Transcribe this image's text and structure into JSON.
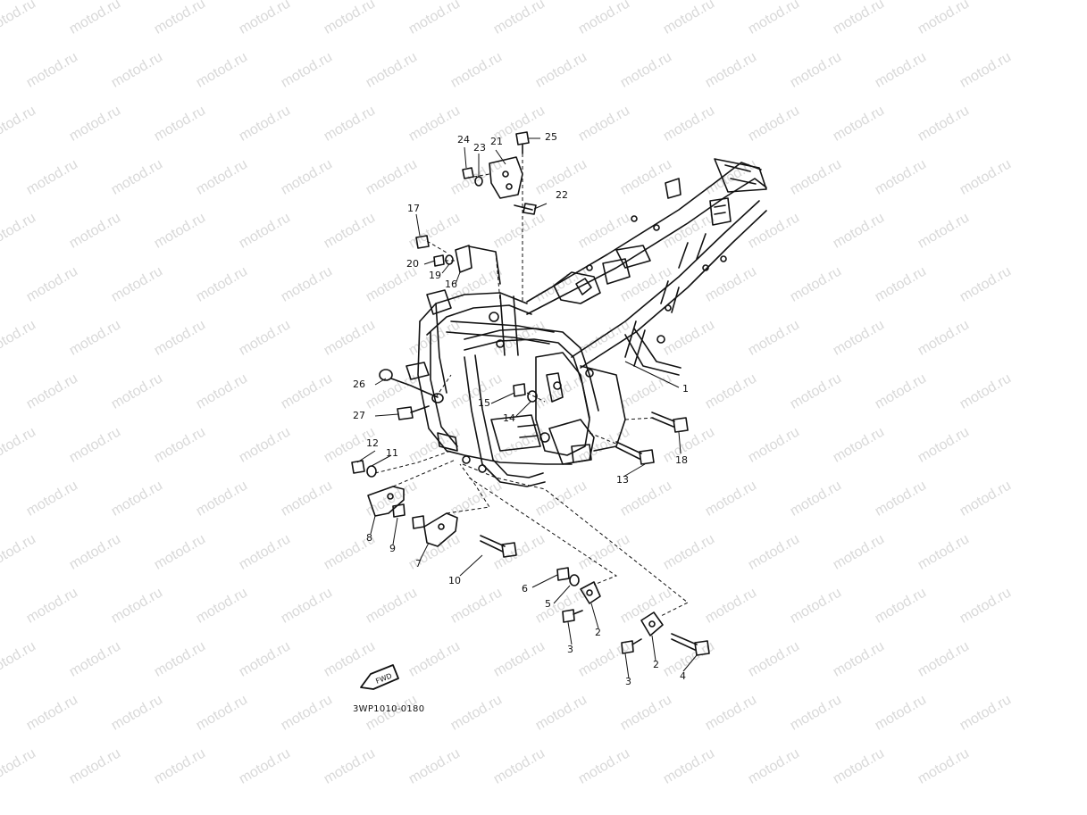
{
  "watermark": "motod.ru",
  "diagram_code": "3WP1010-0180",
  "fwd_label": "FWD",
  "callouts": [
    {
      "id": "1",
      "text": "1"
    },
    {
      "id": "2a",
      "text": "2"
    },
    {
      "id": "2b",
      "text": "2"
    },
    {
      "id": "3a",
      "text": "3"
    },
    {
      "id": "3b",
      "text": "3"
    },
    {
      "id": "4",
      "text": "4"
    },
    {
      "id": "5",
      "text": "5"
    },
    {
      "id": "6",
      "text": "6"
    },
    {
      "id": "7",
      "text": "7"
    },
    {
      "id": "8",
      "text": "8"
    },
    {
      "id": "9",
      "text": "9"
    },
    {
      "id": "10",
      "text": "10"
    },
    {
      "id": "11",
      "text": "11"
    },
    {
      "id": "12",
      "text": "12"
    },
    {
      "id": "13",
      "text": "13"
    },
    {
      "id": "14",
      "text": "14"
    },
    {
      "id": "15",
      "text": "15"
    },
    {
      "id": "16",
      "text": "16"
    },
    {
      "id": "17",
      "text": "17"
    },
    {
      "id": "18",
      "text": "18"
    },
    {
      "id": "19",
      "text": "19"
    },
    {
      "id": "20",
      "text": "20"
    },
    {
      "id": "21",
      "text": "21"
    },
    {
      "id": "22",
      "text": "22"
    },
    {
      "id": "23",
      "text": "23"
    },
    {
      "id": "24",
      "text": "24"
    },
    {
      "id": "25",
      "text": "25"
    },
    {
      "id": "26",
      "text": "26"
    },
    {
      "id": "27",
      "text": "27"
    }
  ]
}
